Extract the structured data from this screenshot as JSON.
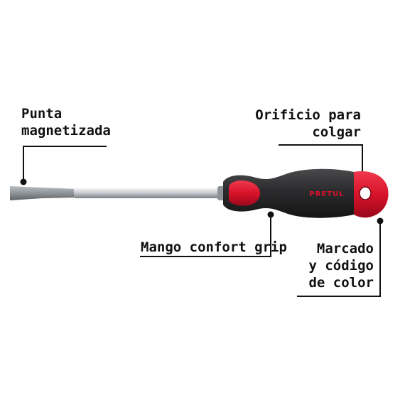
{
  "callouts": {
    "tip": {
      "line1": "Punta",
      "line2": "magnetizada"
    },
    "hole": {
      "line1": "Orificio para",
      "line2": "colgar"
    },
    "grip": {
      "text": "Mango confort grip"
    },
    "marking": {
      "line1": "Marcado",
      "line2": "y código",
      "line3": "de color"
    }
  },
  "product": {
    "brand": "PRETUL",
    "colors": {
      "handle_black": "#2b2b2d",
      "handle_red": "#d8132a",
      "shaft": "#c9ccd1",
      "tip": "#8f9499"
    }
  }
}
